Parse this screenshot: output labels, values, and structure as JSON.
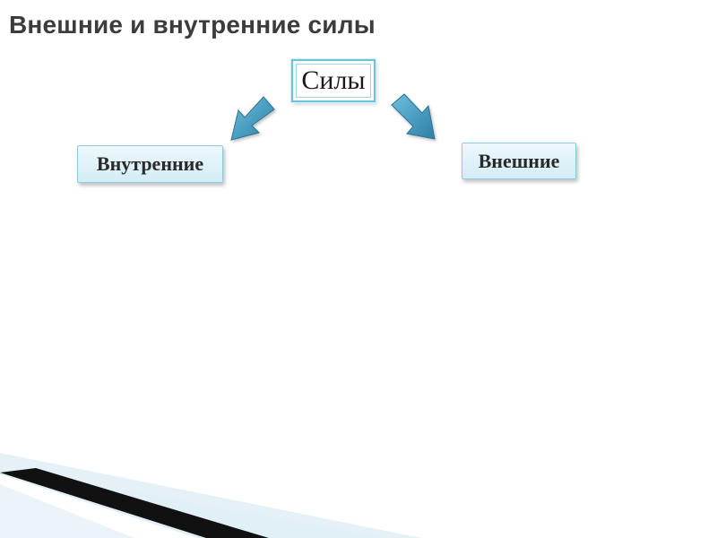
{
  "title": "Внешние и внутренние силы",
  "diagram": {
    "root": {
      "label": "Силы"
    },
    "children": [
      {
        "label": "Внутренние"
      },
      {
        "label": "Внешние"
      }
    ]
  },
  "colors": {
    "title_text": "#3c3c3c",
    "arrow_fill": "#3a8fb3",
    "box_border": "#6cc3dc",
    "box_fill_top": "#eef8fc",
    "box_fill_bottom": "#d3ecf6"
  }
}
